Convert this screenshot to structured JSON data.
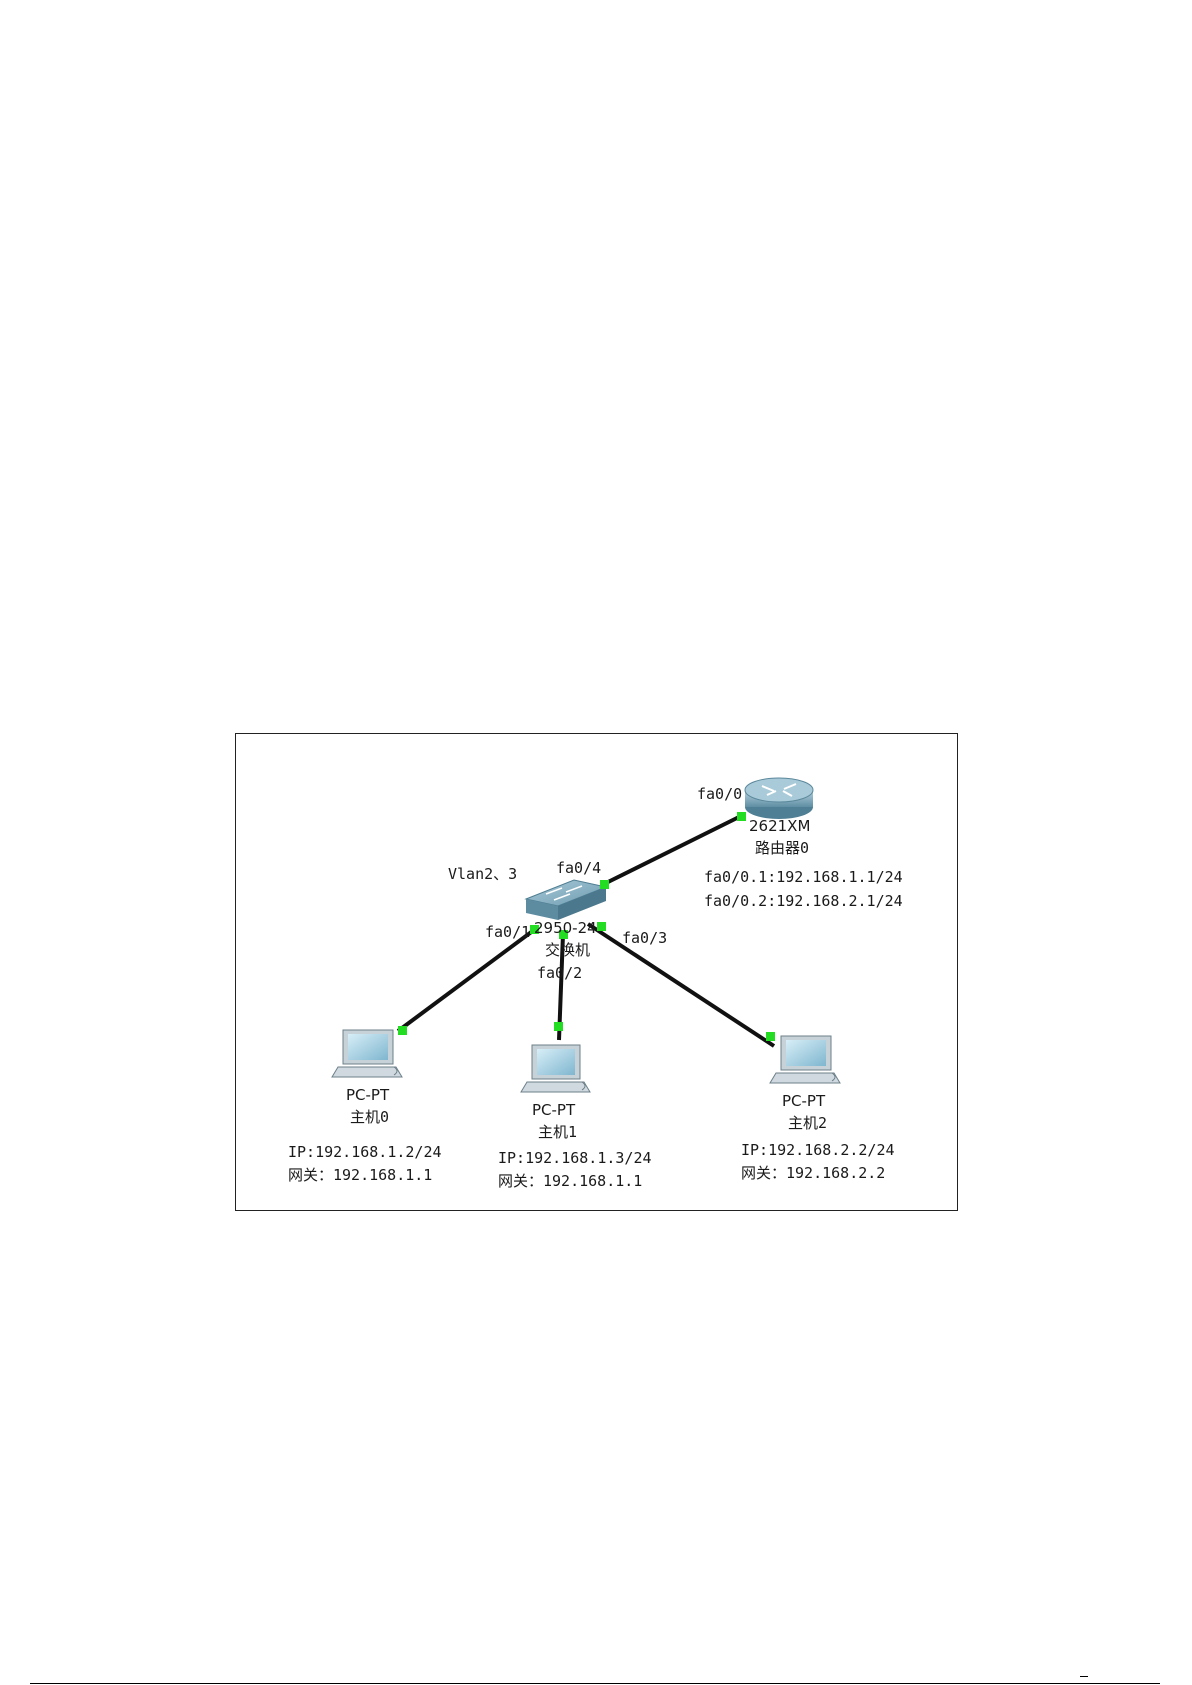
{
  "diagram": {
    "router": {
      "model": "2621XM",
      "name": "路由器0",
      "port": "fa0/0",
      "subif_1": "fa0/0.1:192.168.1.1/24",
      "subif_2": "fa0/0.2:192.168.2.1/24"
    },
    "switch": {
      "model": "2950-24",
      "name": "交换机",
      "vlan_note": "Vlan2、3",
      "port_uplink": "fa0/4",
      "port_1": "fa0/1",
      "port_2": "fa0/2",
      "port_3": "fa0/3"
    },
    "hosts": [
      {
        "type": "PC-PT",
        "name": "主机0",
        "ip": "IP:192.168.1.2/24",
        "gateway": "网关：192.168.1.1"
      },
      {
        "type": "PC-PT",
        "name": "主机1",
        "ip": "IP:192.168.1.3/24",
        "gateway": "网关：192.168.1.1"
      },
      {
        "type": "PC-PT",
        "name": "主机2",
        "ip": "IP:192.168.2.2/24",
        "gateway": "网关：192.168.2.2"
      }
    ],
    "colors": {
      "link": "#111111",
      "port_light": "#22dd22",
      "router_body": "#6f9fb4",
      "switch_body": "#7aa8bb",
      "pc_body": "#c9d4db",
      "pc_screen": "#8fc3da"
    }
  }
}
